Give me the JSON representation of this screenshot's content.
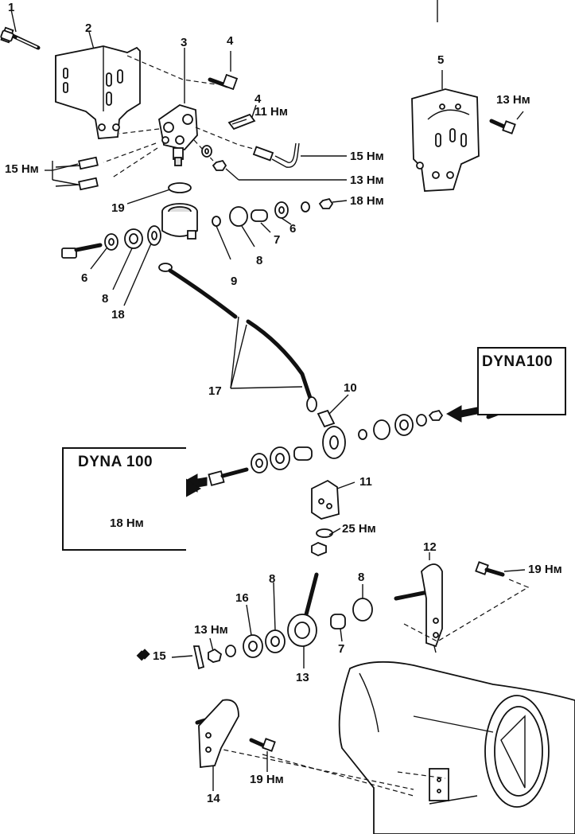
{
  "title": "Brake load sensing proportioning valve assembly (exploded view)",
  "callouts": [
    {
      "id": "c1",
      "text": "1"
    },
    {
      "id": "c2",
      "text": "2"
    },
    {
      "id": "c3",
      "text": "3"
    },
    {
      "id": "c4a",
      "text": "4"
    },
    {
      "id": "c4b",
      "text": "4"
    },
    {
      "id": "c5",
      "text": "5"
    },
    {
      "id": "c6a",
      "text": "6"
    },
    {
      "id": "c6b",
      "text": "6"
    },
    {
      "id": "c7a",
      "text": "7"
    },
    {
      "id": "c7b",
      "text": "7"
    },
    {
      "id": "c8a",
      "text": "8"
    },
    {
      "id": "c8b",
      "text": "8"
    },
    {
      "id": "c8c",
      "text": "8"
    },
    {
      "id": "c8d",
      "text": "8"
    },
    {
      "id": "c9",
      "text": "9"
    },
    {
      "id": "c10",
      "text": "10"
    },
    {
      "id": "c11",
      "text": "11"
    },
    {
      "id": "c12",
      "text": "12"
    },
    {
      "id": "c13",
      "text": "13"
    },
    {
      "id": "c14",
      "text": "14"
    },
    {
      "id": "c15",
      "text": "15"
    },
    {
      "id": "c16",
      "text": "16"
    },
    {
      "id": "c17",
      "text": "17"
    },
    {
      "id": "c18a",
      "text": "18"
    },
    {
      "id": "c19",
      "text": "19"
    }
  ],
  "torques": [
    {
      "id": "t11",
      "text": "11 Нм"
    },
    {
      "id": "t13a",
      "text": "13 Нм"
    },
    {
      "id": "t15a",
      "text": "15 Нм"
    },
    {
      "id": "t15b",
      "text": "15 Нм"
    },
    {
      "id": "t13b",
      "text": "13 Нм"
    },
    {
      "id": "t18a",
      "text": "18 Нм"
    },
    {
      "id": "t18b",
      "text": "18 Нм"
    },
    {
      "id": "t25",
      "text": "25 Нм"
    },
    {
      "id": "t19a",
      "text": "19 Нм"
    },
    {
      "id": "t13c",
      "text": "13 Нм"
    },
    {
      "id": "t19b",
      "text": "19 Нм"
    }
  ],
  "variant_boxes": [
    {
      "id": "box-right",
      "title": "DYNA100"
    },
    {
      "id": "box-left",
      "title": "DYNA 100"
    }
  ],
  "symbols": {
    "replace_marker": "◆"
  }
}
